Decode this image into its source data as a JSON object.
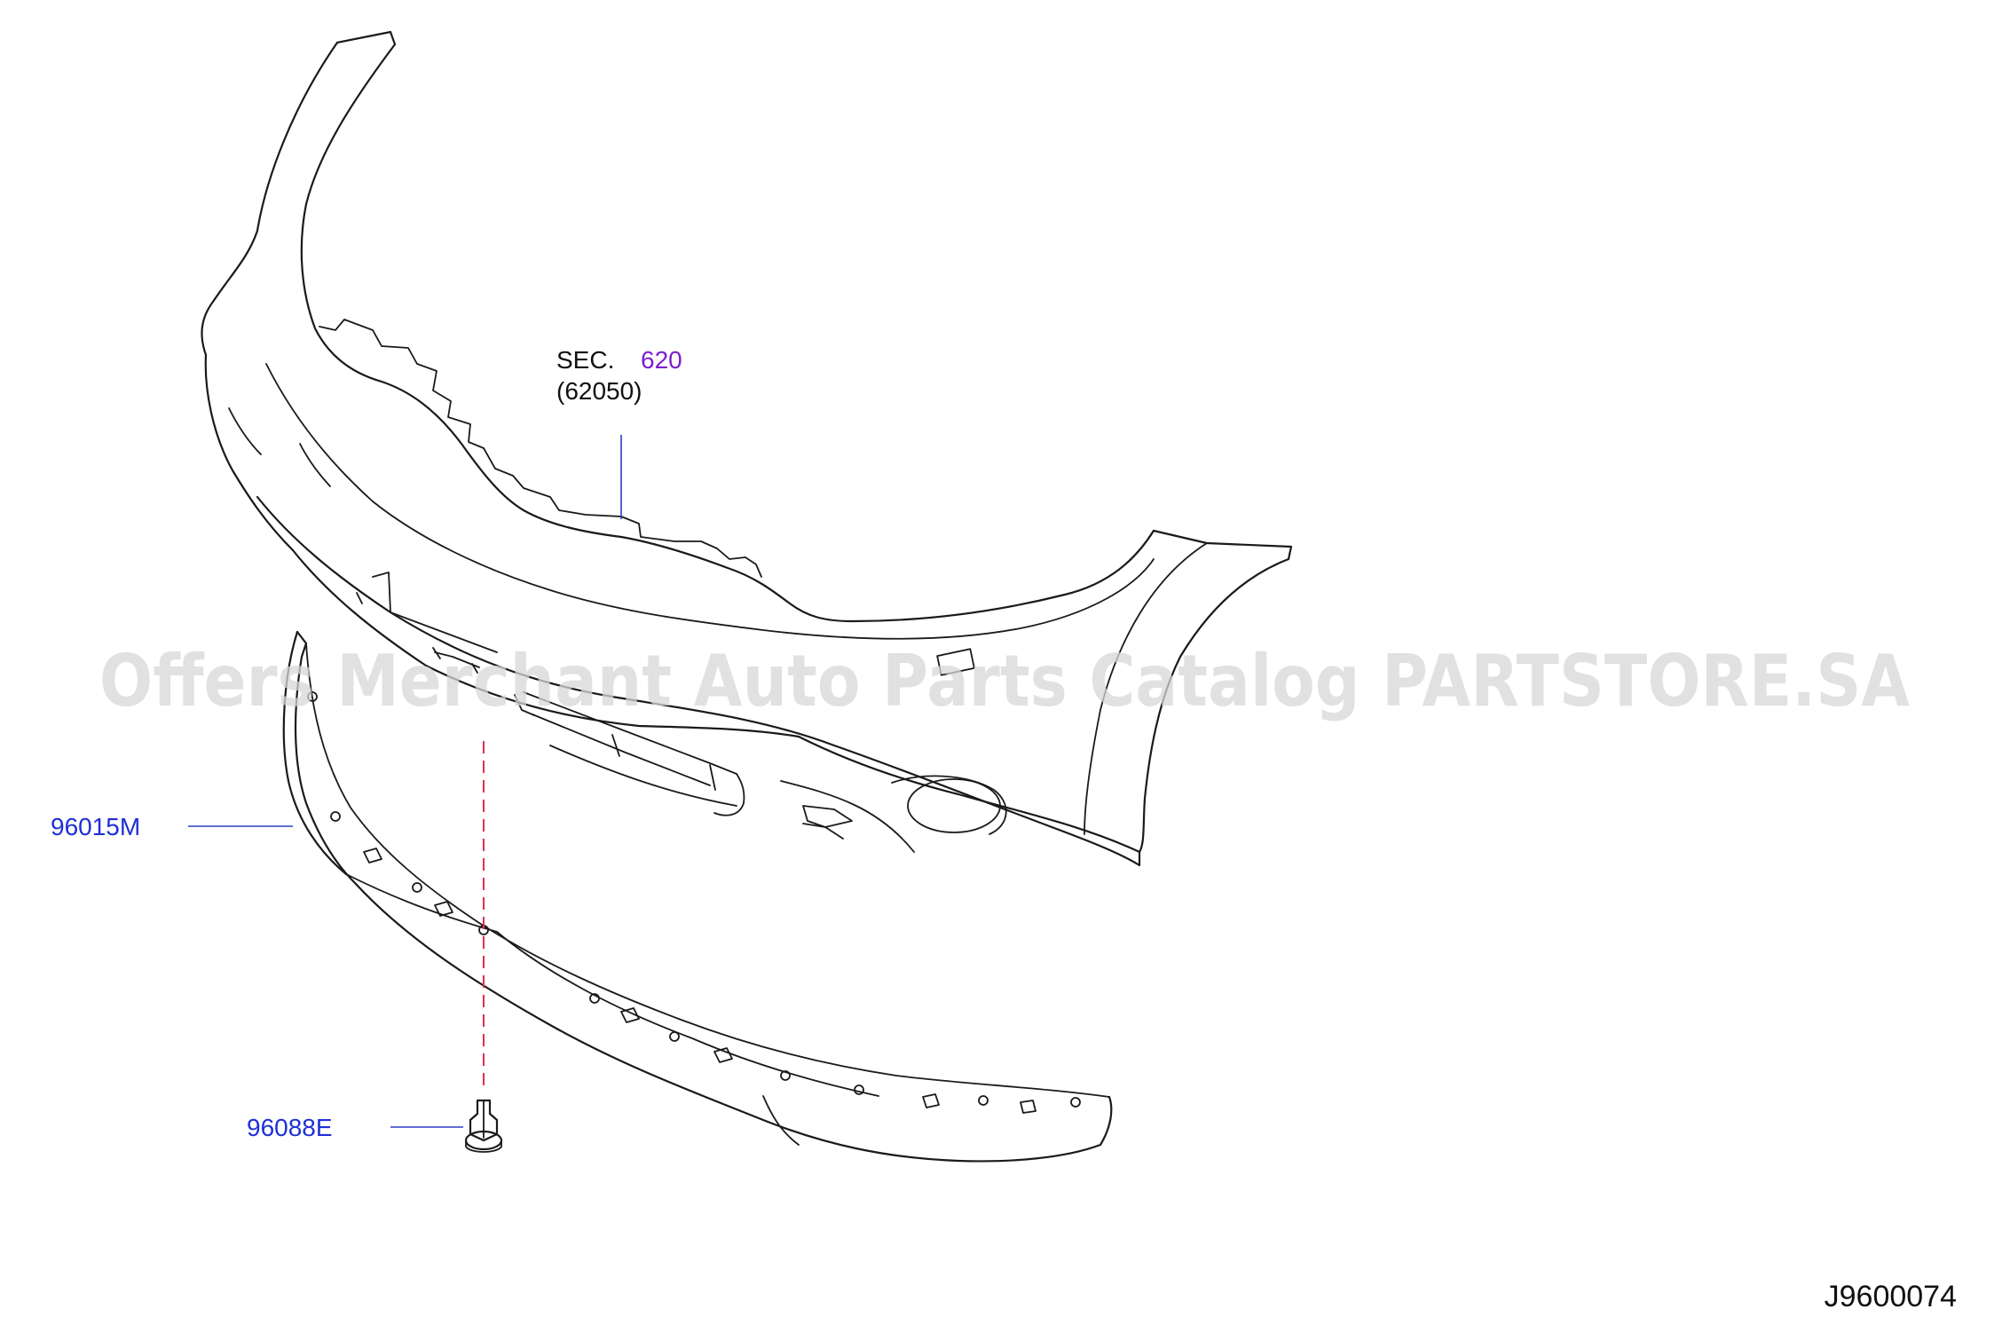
{
  "callouts": {
    "section": {
      "prefix": "SEC.",
      "number": "620",
      "sub": "(62050)"
    },
    "parts": [
      {
        "code": "96015M",
        "color": "#1f2fd6"
      },
      {
        "code": "96088E",
        "color": "#1f2fd6"
      }
    ]
  },
  "reference_code": "J9600074",
  "watermark": "Offers Merchant Auto Parts Catalog PARTSTORE.SA",
  "colors": {
    "line_art": "#1a1a1a",
    "part_label": "#1f2fd6",
    "section_number": "#7a1fd0",
    "dashed_line": "#e0304a",
    "watermark": "#d7d7d7"
  }
}
